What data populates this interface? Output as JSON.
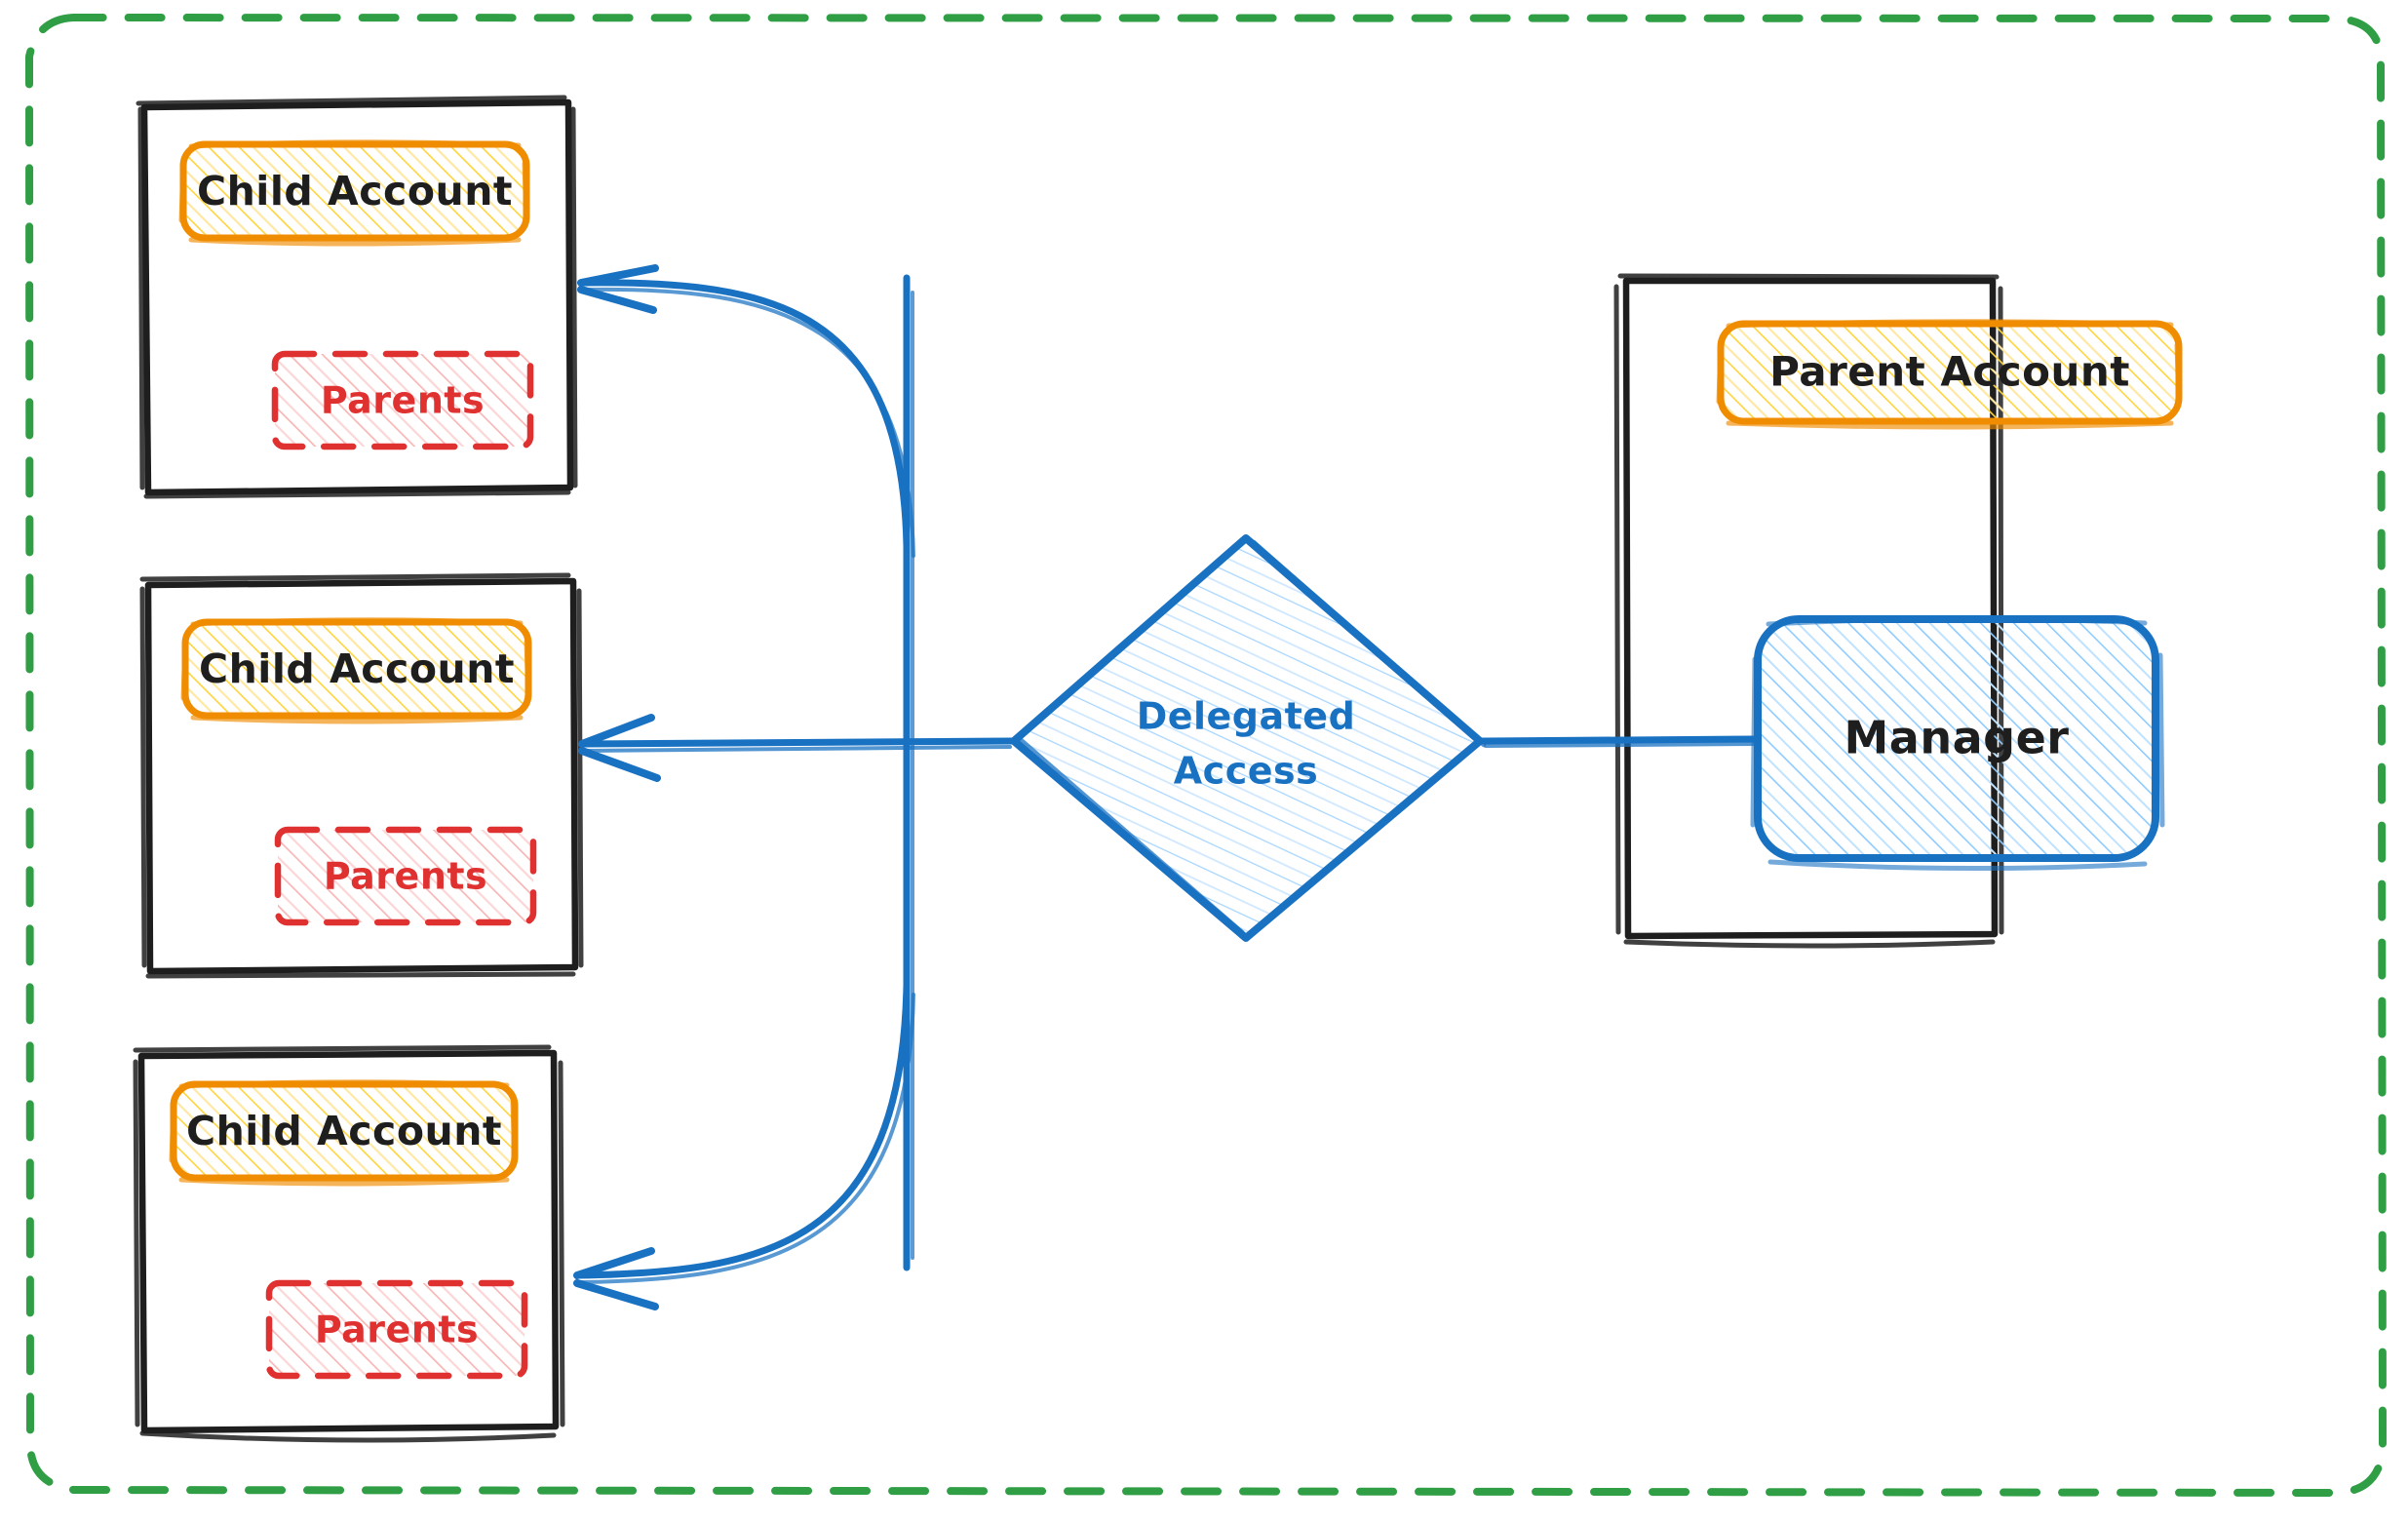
{
  "diagram": {
    "title": "Delegated Access",
    "style": "hand-drawn",
    "background": "#ffffff",
    "colors": {
      "boundary_green": "#2f9e44",
      "container_black": "#1e1e1e",
      "account_orange": "#f08c00",
      "account_fill": "#ffec99",
      "parents_red": "#e03131",
      "parents_fill": "#ffc9c9",
      "link_blue": "#1971c2",
      "node_fill_blue": "#a5d8ff"
    }
  },
  "boundary": {
    "name": "outer-boundary",
    "stroke": "#2f9e44",
    "style": "dashed"
  },
  "children": [
    {
      "id": "child-1",
      "container_label": "",
      "account": {
        "label": "Child Account",
        "stroke": "#f08c00",
        "fill": "#ffec99"
      },
      "parents": {
        "label": "Parents",
        "stroke": "#e03131",
        "fill": "#ffc9c9",
        "style": "dashed"
      }
    },
    {
      "id": "child-2",
      "container_label": "",
      "account": {
        "label": "Child Account",
        "stroke": "#f08c00",
        "fill": "#ffec99"
      },
      "parents": {
        "label": "Parents",
        "stroke": "#e03131",
        "fill": "#ffc9c9",
        "style": "dashed"
      }
    },
    {
      "id": "child-3",
      "container_label": "",
      "account": {
        "label": "Child Account",
        "stroke": "#f08c00",
        "fill": "#ffec99"
      },
      "parents": {
        "label": "Parents",
        "stroke": "#e03131",
        "fill": "#ffc9c9",
        "style": "dashed"
      }
    }
  ],
  "gateway": {
    "label_line1": "Delegated",
    "label_line2": "Access",
    "shape": "diamond",
    "stroke": "#1971c2",
    "fill": "#a5d8ff"
  },
  "parent_group": {
    "container_label": "",
    "account": {
      "label": "Parent Account",
      "stroke": "#f08c00",
      "fill": "#ffec99"
    },
    "manager": {
      "label": "Manager",
      "stroke": "#1971c2",
      "fill": "#a5d8ff"
    }
  },
  "edges": [
    {
      "id": "edge-gateway-to-child-1",
      "from": "Delegated Access",
      "to": "Child Account",
      "direction": "to-child",
      "arrow": "single"
    },
    {
      "id": "edge-gateway-to-child-2",
      "from": "Delegated Access",
      "to": "Child Account",
      "direction": "to-child",
      "arrow": "single"
    },
    {
      "id": "edge-gateway-to-child-3",
      "from": "Delegated Access",
      "to": "Child Account",
      "direction": "to-child",
      "arrow": "single"
    },
    {
      "id": "edge-manager-to-gateway",
      "from": "Manager",
      "to": "Delegated Access",
      "direction": "to-gateway",
      "arrow": "none"
    }
  ]
}
